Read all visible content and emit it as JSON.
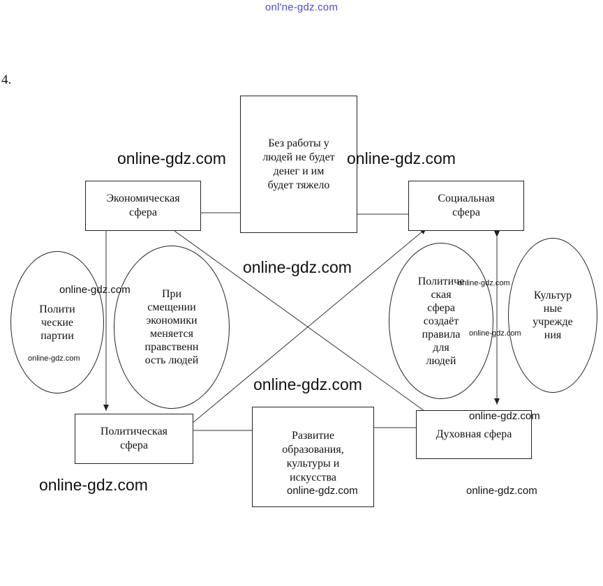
{
  "header_watermark": "onl'ne-gdz.com",
  "task_number": "4.",
  "nodes": {
    "economic": "Экономическая\nсфера",
    "social": "Социальная\nсфера",
    "political": "Политическая\nсфера",
    "spiritual": "Духовная сфера",
    "top_example": "Без работы у\nлюдей не будет\nденег и им\nбудет тяжело",
    "bottom_example": "Развитие\nобразования,\nкультуры и\nискусства",
    "left_outer_ellipse": "Полити\nческие\nпартии",
    "left_inner_ellipse": "При\nсмещении\nэкономики\nменяется\nправственн\nость людей",
    "right_inner_ellipse": "Политиче\nская\nсфера\nсоздаёт\nправила\nдля\nлюдей",
    "right_outer_ellipse": "Культур\nные\nучрежде\nния"
  },
  "watermark_text": "online-gdz.com"
}
